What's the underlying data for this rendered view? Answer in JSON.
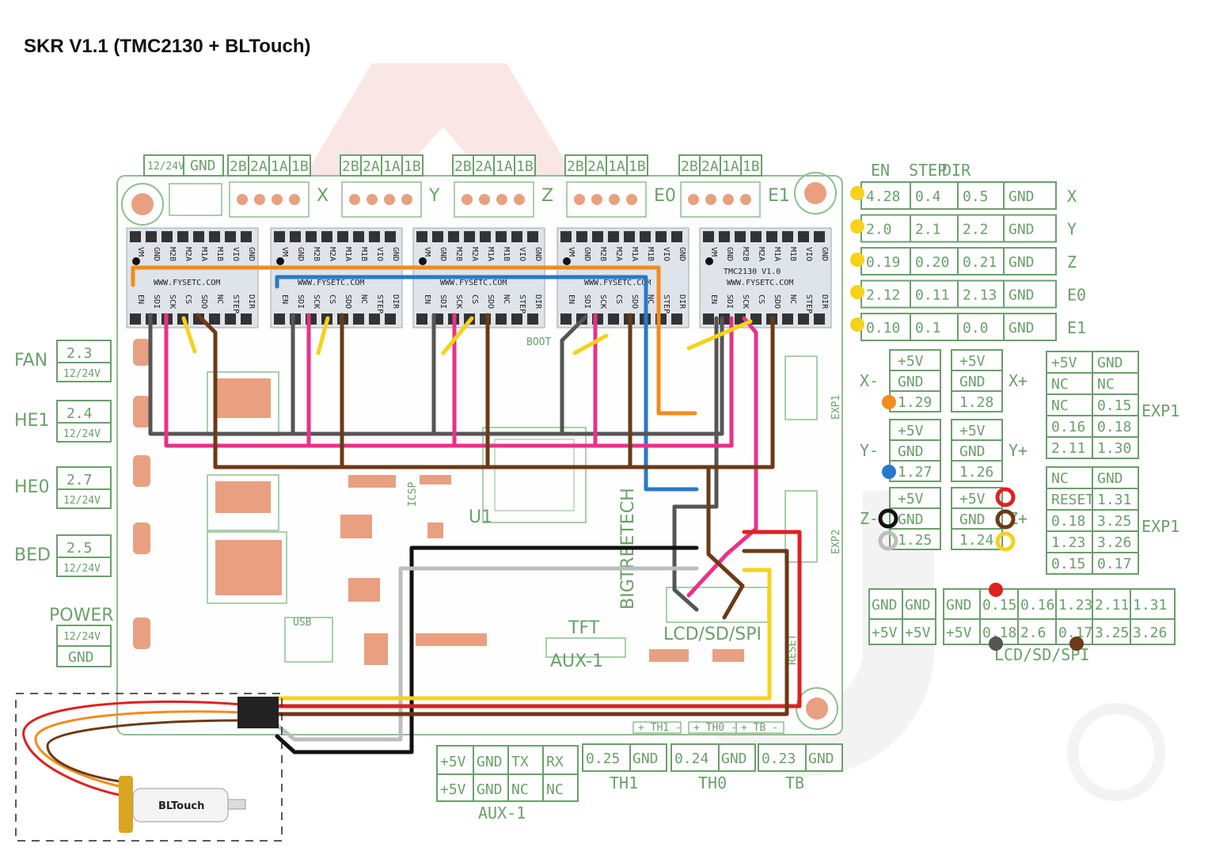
{
  "title": "SKR V1.1 (TMC2130 + BLTouch)",
  "motor_pins": [
    "2B",
    "2A",
    "1A",
    "1B"
  ],
  "motor_axes": [
    "X",
    "Y",
    "Z",
    "E0",
    "E1"
  ],
  "power_header": {
    "left": "12/24V",
    "right": "GND"
  },
  "driver_pins_top": [
    "VM",
    "GND",
    "M2B",
    "M2A",
    "M1A",
    "M1B",
    "VIO",
    "GND"
  ],
  "driver_pins_bottom": [
    "EN",
    "SDI",
    "SCK",
    "CS",
    "SDO",
    "NC",
    "STEP",
    "DIR"
  ],
  "driver_site": "WWW.FYSETC.COM",
  "driver_model": "TMC2130 V1.0",
  "left_connectors": [
    {
      "name": "FAN",
      "pin": "2.3",
      "volt": "12/24V"
    },
    {
      "name": "HE1",
      "pin": "2.4",
      "volt": "12/24V"
    },
    {
      "name": "HE0",
      "pin": "2.7",
      "volt": "12/24V"
    },
    {
      "name": "BED",
      "pin": "2.5",
      "volt": "12/24V"
    }
  ],
  "power": {
    "label": "POWER",
    "rows": [
      "12/24V",
      "GND"
    ]
  },
  "pin_table": {
    "headers": [
      "EN",
      "STEP",
      "DIR"
    ],
    "rows": [
      {
        "axis": "X",
        "cells": [
          "4.28",
          "0.4",
          "0.5",
          "GND"
        ]
      },
      {
        "axis": "Y",
        "cells": [
          "2.0",
          "2.1",
          "2.2",
          "GND"
        ]
      },
      {
        "axis": "Z",
        "cells": [
          "0.19",
          "0.20",
          "0.21",
          "GND"
        ]
      },
      {
        "axis": "E0",
        "cells": [
          "2.12",
          "0.11",
          "2.13",
          "GND"
        ]
      },
      {
        "axis": "E1",
        "cells": [
          "0.10",
          "0.1",
          "0.0",
          "GND"
        ]
      }
    ]
  },
  "endstops": [
    {
      "left_label": "X-",
      "left": [
        "+5V",
        "GND",
        "1.29"
      ],
      "right_label": "X+",
      "right": [
        "+5V",
        "GND",
        "1.28"
      ]
    },
    {
      "left_label": "Y-",
      "left": [
        "+5V",
        "GND",
        "1.27"
      ],
      "right_label": "Y+",
      "right": [
        "+5V",
        "GND",
        "1.26"
      ]
    },
    {
      "left_label": "Z-",
      "left": [
        "+5V",
        "GND",
        "1.25"
      ],
      "right_label": "Z+",
      "right": [
        "+5V",
        "GND",
        "1.24"
      ]
    }
  ],
  "exp1": {
    "label": "EXP1",
    "rows": [
      [
        "+5V",
        "GND"
      ],
      [
        "NC",
        "NC"
      ],
      [
        "NC",
        "0.15"
      ],
      [
        "0.16",
        "0.18"
      ],
      [
        "2.11",
        "1.30"
      ]
    ]
  },
  "exp2": {
    "label": "EXP1",
    "rows": [
      [
        "NC",
        "GND"
      ],
      [
        "RESET",
        "1.31"
      ],
      [
        "0.18",
        "3.25"
      ],
      [
        "1.23",
        "3.26"
      ],
      [
        "0.15",
        "0.17"
      ]
    ]
  },
  "lcd_table": {
    "label": "LCD/SD/SPI",
    "row1": [
      "GND",
      "GND",
      "GND",
      "0.15",
      "0.16",
      "1.23",
      "2.11",
      "1.31"
    ],
    "row2": [
      "+5V",
      "+5V",
      "+5V",
      "0.18",
      "2.6",
      "0.17",
      "3.25",
      "3.26"
    ]
  },
  "aux1": {
    "label": "AUX-1",
    "row1": [
      "+5V",
      "GND",
      "TX",
      "RX"
    ],
    "row2": [
      "+5V",
      "GND",
      "NC",
      "NC"
    ]
  },
  "thermistors": [
    {
      "pin": "0.25",
      "gnd": "GND",
      "name": "TH1"
    },
    {
      "pin": "0.24",
      "gnd": "GND",
      "name": "TH0"
    },
    {
      "pin": "0.23",
      "gnd": "GND",
      "name": "TB"
    }
  ],
  "board": {
    "brand": "BIGTREETECH",
    "lcd_label": "LCD/SD/SPI",
    "tft": "TFT",
    "aux": "AUX-1",
    "mcu": "U1",
    "exp1": "EXP1",
    "exp2": "EXP2",
    "usb": "USB",
    "reset": "RESET",
    "boot": "BOOT",
    "icsp": "ICSP",
    "th_labels": [
      "+ TH1 -",
      "+ TH0 -",
      "+ TB -"
    ]
  },
  "bltouch_label": "BLTouch",
  "colors": {
    "orange": "#f28c1c",
    "blue": "#2a78c8",
    "pink": "#e8328a",
    "gray": "#555555",
    "brown": "#6b3a16",
    "yellow": "#f5d21c",
    "red": "#e02020",
    "black": "#111111",
    "lightgray": "#bdbdbd",
    "green": "#6aa06a"
  }
}
